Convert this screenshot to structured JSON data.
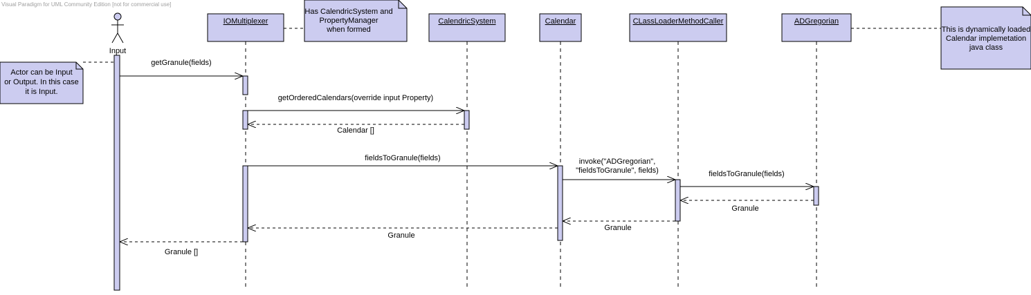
{
  "watermark": "Visual Paradigm for UML Community Edition [not for commercial use]",
  "colors": {
    "box_fill": "#ccccf0",
    "activation_fill": "#ccccf0",
    "note_fill": "#ccccf0",
    "stroke": "#000000",
    "text": "#000000",
    "watermark": "#a0a0a0"
  },
  "actor": {
    "label": "Input",
    "icon": "stick-figure-icon"
  },
  "lifelines": [
    {
      "id": "iomux",
      "label": "IOMultiplexer"
    },
    {
      "id": "calsys",
      "label": "CalendricSystem"
    },
    {
      "id": "calendar",
      "label": "Calendar"
    },
    {
      "id": "loader",
      "label": "CLassLoaderMethodCaller"
    },
    {
      "id": "adgreg",
      "label": "ADGregorian"
    }
  ],
  "notes": [
    {
      "id": "note-actor",
      "lines": [
        "Actor can be Input",
        "or Output. In this case",
        "it is Input."
      ]
    },
    {
      "id": "note-iomux",
      "lines": [
        "Has CalendricSystem and",
        "PropertyManager",
        "when formed"
      ]
    },
    {
      "id": "note-adgreg",
      "lines": [
        "This is dynamically loaded",
        "Calendar implemetation",
        "java class"
      ]
    }
  ],
  "messages": [
    {
      "id": "m1",
      "kind": "call",
      "lines": [
        "getGranule(fields)"
      ]
    },
    {
      "id": "m2",
      "kind": "call",
      "lines": [
        "getOrderedCalendars(override input Property)"
      ]
    },
    {
      "id": "m3",
      "kind": "return",
      "lines": [
        "Calendar []"
      ]
    },
    {
      "id": "m4",
      "kind": "call",
      "lines": [
        "fieldsToGranule(fields)"
      ]
    },
    {
      "id": "m5",
      "kind": "call",
      "lines": [
        "invoke(\"ADGregorian\",",
        "\"fieldsToGranule\", fields)"
      ]
    },
    {
      "id": "m6",
      "kind": "call",
      "lines": [
        "fieldsToGranule(fields)"
      ]
    },
    {
      "id": "m7",
      "kind": "return",
      "lines": [
        "Granule"
      ]
    },
    {
      "id": "m8",
      "kind": "return",
      "lines": [
        "Granule"
      ]
    },
    {
      "id": "m9",
      "kind": "return",
      "lines": [
        "Granule"
      ]
    },
    {
      "id": "m10",
      "kind": "return",
      "lines": [
        "Granule []"
      ]
    }
  ]
}
